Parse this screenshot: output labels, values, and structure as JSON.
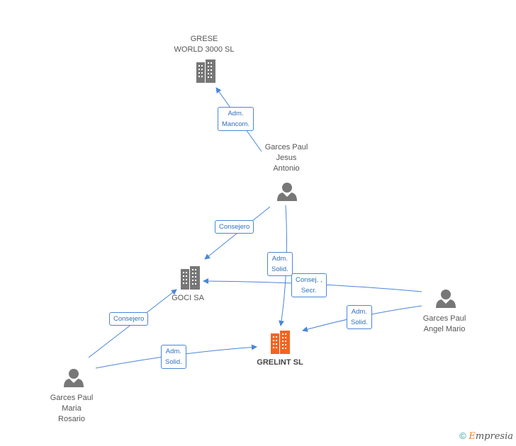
{
  "nodes": {
    "grese": {
      "lines": [
        "GRESE",
        "WORLD 3000 SL"
      ]
    },
    "goci": {
      "lines": [
        "GOCI SA"
      ]
    },
    "grelint": {
      "lines": [
        "GRELINT SL"
      ]
    },
    "jesus": {
      "lines": [
        "Garces Paul",
        "Jesus",
        "Antonio"
      ]
    },
    "angel": {
      "lines": [
        "Garces Paul",
        "Angel Mario"
      ]
    },
    "maria": {
      "lines": [
        "Garces Paul",
        "Maria",
        "Rosario"
      ]
    }
  },
  "edges": {
    "jesus_grese": {
      "lines": [
        "Adm.",
        "Mancom."
      ]
    },
    "jesus_goci": {
      "lines": [
        "Consejero"
      ]
    },
    "jesus_grelint": {
      "lines": [
        "Adm.",
        "Solid."
      ]
    },
    "angel_goci": {
      "lines": [
        "Consej. ,",
        "Secr."
      ]
    },
    "angel_grelint": {
      "lines": [
        "Adm.",
        "Solid."
      ]
    },
    "maria_goci": {
      "lines": [
        "Consejero"
      ]
    },
    "maria_grelint": {
      "lines": [
        "Adm.",
        "Solid."
      ]
    }
  },
  "colors": {
    "edge": "#4a86d8",
    "company": "#777777",
    "company_main": "#f26522",
    "person": "#777777"
  },
  "footer": {
    "symbol": "©",
    "brand_first": "E",
    "brand_rest": "mpresia"
  }
}
